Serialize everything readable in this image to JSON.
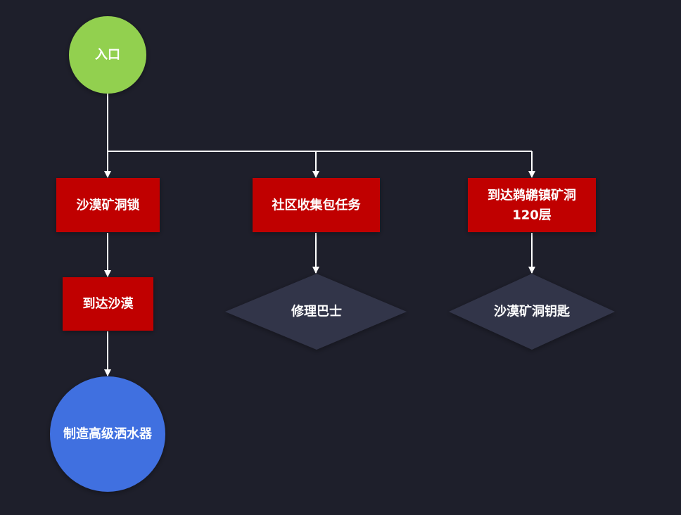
{
  "diagram": {
    "type": "flowchart",
    "colors": {
      "background": "#1e1f2b",
      "start": "#92d050",
      "process": "#c00000",
      "decision": "#333548",
      "end": "#4170e0",
      "edge": "#ffffff",
      "text": "#ffffff"
    },
    "nodes": [
      {
        "id": "start",
        "shape": "circle",
        "label": "入口"
      },
      {
        "id": "desert-mine-lock",
        "shape": "rect",
        "label": "沙漠矿洞锁"
      },
      {
        "id": "community-collect-task",
        "shape": "rect",
        "label": "社区收集包任务"
      },
      {
        "id": "reach-town-mine-120",
        "shape": "rect",
        "label": "到达鹈鹕镇矿洞",
        "label2": "120层"
      },
      {
        "id": "reach-desert",
        "shape": "rect",
        "label": "到达沙漠"
      },
      {
        "id": "repair-bus",
        "shape": "diamond",
        "label": "修理巴士"
      },
      {
        "id": "desert-mine-key",
        "shape": "diamond",
        "label": "沙漠矿洞钥匙"
      },
      {
        "id": "make-sprinkler",
        "shape": "circle",
        "label": "制造高级洒水器"
      }
    ],
    "edges": [
      {
        "from": "start",
        "to": "desert-mine-lock"
      },
      {
        "from": "start",
        "to": "community-collect-task"
      },
      {
        "from": "start",
        "to": "reach-town-mine-120"
      },
      {
        "from": "desert-mine-lock",
        "to": "reach-desert"
      },
      {
        "from": "reach-desert",
        "to": "make-sprinkler"
      },
      {
        "from": "community-collect-task",
        "to": "repair-bus"
      },
      {
        "from": "reach-town-mine-120",
        "to": "desert-mine-key"
      }
    ]
  }
}
